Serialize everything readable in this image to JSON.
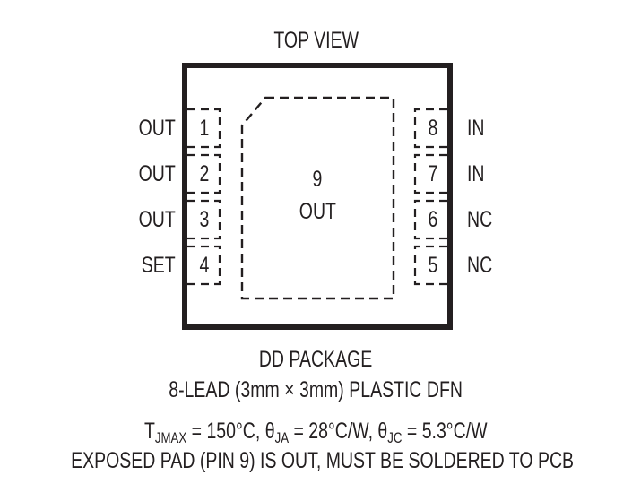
{
  "diagram": {
    "title": "TOP VIEW",
    "package_name": "DD PACKAGE",
    "package_desc": "8-LEAD (3mm × 3mm) PLASTIC DFN",
    "exposed_pad": {
      "number": "9",
      "name": "OUT"
    },
    "pins_left": [
      {
        "number": "1",
        "name": "OUT"
      },
      {
        "number": "2",
        "name": "OUT"
      },
      {
        "number": "3",
        "name": "OUT"
      },
      {
        "number": "4",
        "name": "SET"
      }
    ],
    "pins_right": [
      {
        "number": "8",
        "name": "IN"
      },
      {
        "number": "7",
        "name": "IN"
      },
      {
        "number": "6",
        "name": "NC"
      },
      {
        "number": "5",
        "name": "NC"
      }
    ],
    "thermal": {
      "tj_symbol": "T",
      "tj_sub": "JMAX",
      "tj_value": " = 150°C, ",
      "theta_ja_symbol": "θ",
      "theta_ja_sub": "JA",
      "theta_ja_value": " = 28°C/W, ",
      "theta_jc_symbol": "θ",
      "theta_jc_sub": "JC",
      "theta_jc_value": " = 5.3°C/W"
    },
    "note": "EXPOSED PAD (PIN 9) IS OUT, MUST BE SOLDERED TO PCB",
    "colors": {
      "ink": "#231f20",
      "background": "#ffffff"
    }
  }
}
